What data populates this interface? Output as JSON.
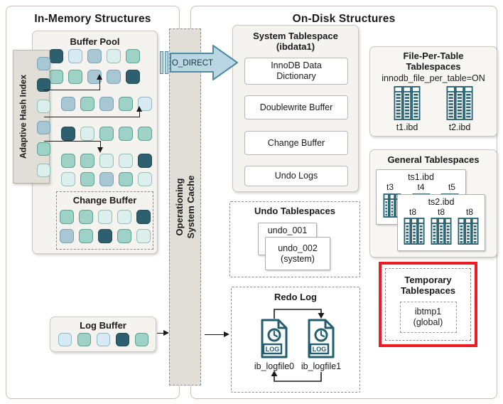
{
  "in_memory": {
    "title": "In-Memory Structures"
  },
  "on_disk": {
    "title": "On-Disk Structures"
  },
  "buffer_pool": {
    "title": "Buffer Pool",
    "rows": [
      [
        "dark",
        "light",
        "bluegrey",
        "pale",
        "teal"
      ],
      [
        "teal",
        "teal",
        "bluegrey",
        "bluegrey",
        "dark"
      ],
      [
        "bluegrey",
        "teal",
        "bluegrey",
        "teal",
        "light"
      ],
      [
        "dark",
        "pale",
        "teal",
        "teal",
        "teal"
      ],
      [
        "teal",
        "teal",
        "pale",
        "pale",
        "dark"
      ],
      [
        "pale",
        "teal",
        "bluegrey",
        "teal",
        "pale"
      ]
    ]
  },
  "change_buffer": {
    "title": "Change Buffer",
    "rows": [
      [
        "teal",
        "teal",
        "pale",
        "pale",
        "dark"
      ],
      [
        "bluegrey",
        "teal",
        "dark",
        "teal",
        "pale"
      ]
    ]
  },
  "adaptive_hash_index": {
    "label": "Adaptive Hash Index",
    "squares": [
      "bluegrey",
      "dark",
      "pale",
      "bluegrey",
      "teal",
      "pale"
    ]
  },
  "log_buffer": {
    "title": "Log Buffer",
    "squares": [
      "light",
      "teal",
      "light",
      "dark",
      "teal"
    ]
  },
  "os_cache": {
    "label_line1": "Operationing",
    "label_line2": "System Cache"
  },
  "o_direct": {
    "label": "O_DIRECT"
  },
  "system_tablespace": {
    "title": "System Tablespace",
    "subtitle": "(ibdata1)",
    "items": [
      "InnoDB Data Dictionary",
      "Doublewrite Buffer",
      "Change Buffer",
      "Undo Logs"
    ]
  },
  "undo_tablespaces": {
    "title": "Undo Tablespaces",
    "file1": "undo_001",
    "file2_line1": "undo_002",
    "file2_line2": "(system)"
  },
  "redo_log": {
    "title": "Redo Log",
    "file_icon_label": "LOG",
    "files": [
      "ib_logfile0",
      "ib_logfile1"
    ]
  },
  "file_per_table": {
    "title_line1": "File-Per-Table",
    "title_line2": "Tablespaces",
    "subtitle": "innodb_file_per_table=ON",
    "files": [
      "t1.ibd",
      "t2.ibd"
    ]
  },
  "general_tablespaces": {
    "title": "General Tablespaces",
    "ts1": {
      "title": "ts1.ibd",
      "tables": [
        "t3",
        "t4",
        "t5"
      ]
    },
    "ts2": {
      "title": "ts2.ibd",
      "tables": [
        "t8",
        "t8",
        "t8"
      ]
    }
  },
  "temporary_tablespaces": {
    "title_line1": "Temporary",
    "title_line2": "Tablespaces",
    "inner_line1": "ibtmp1",
    "inner_line2": "(global)"
  },
  "colors": {
    "highlight_red": "#ed1c24",
    "arrow_blue_fill": "#b9d7e3",
    "arrow_blue_stroke": "#4f8ba0",
    "arrow_text": "#16323c",
    "icon_teal": "#235e6f",
    "squares": {
      "dark": {
        "bg": "#2d5f6e",
        "bd": "#1f4a58"
      },
      "teal": {
        "bg": "#9fd2c6",
        "bd": "#5fa292"
      },
      "pale": {
        "bg": "#dcefec",
        "bd": "#93c1b8"
      },
      "light": {
        "bg": "#d8eaf3",
        "bd": "#8fb9cb"
      },
      "bluegrey": {
        "bg": "#a9c7d3",
        "bd": "#7aa4b5"
      }
    }
  }
}
